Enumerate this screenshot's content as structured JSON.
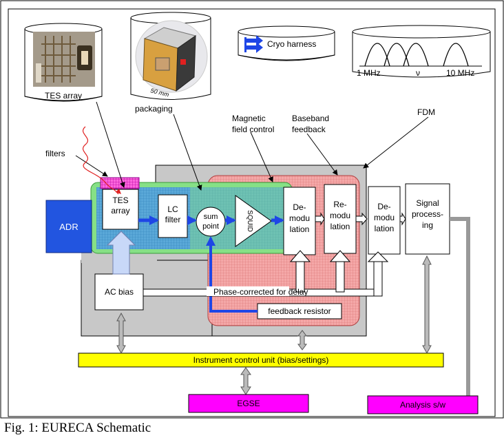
{
  "figure": {
    "caption": "Fig. 1: EURECA Schematic"
  },
  "top": {
    "tes_array_label": "TES array",
    "packaging_label": "packaging",
    "packaging_dim": "50 mm",
    "cryo_harness_label": "Cryo harness",
    "spectrum_low": "1 MHz",
    "spectrum_nu": "ν",
    "spectrum_high": "10 MHz"
  },
  "callouts": {
    "magnetic_line1": "Magnetic",
    "magnetic_line2": "field control",
    "baseband_line1": "Baseband",
    "baseband_line2": "feedback",
    "fdm": "FDM",
    "filters": "filters"
  },
  "blocks": {
    "adr": "ADR",
    "tes_line1": "TES",
    "tes_line2": "array",
    "lc_line1": "LC",
    "lc_line2": "filter",
    "sum_line1": "sum",
    "sum_line2": "point",
    "squid": "SQUID",
    "demod1_line1": "De-",
    "demod1_line2": "modu",
    "demod1_line3": "lation",
    "remod_line1": "Re-",
    "remod_line2": "modu",
    "remod_line3": "lation",
    "demod2_line1": "De-",
    "demod2_line2": "modu",
    "demod2_line3": "lation",
    "sig_line1": "Signal",
    "sig_line2": "process-",
    "sig_line3": "ing",
    "ac_bias": "AC bias",
    "phase_corrected": "Phase-corrected for delay",
    "feedback_resistor": "feedback resistor"
  },
  "bottom": {
    "icu": "Instrument control unit  (bias/settings)",
    "egse": "EGSE",
    "analysis": "Analysis s/w"
  },
  "colors": {
    "adr_blue": "#2255e0",
    "signal_blue": "#1e46e6",
    "icu_yellow": "#ffff00",
    "magenta": "#ff00ff",
    "grey_region": "#c8c8c8",
    "green_region": "#80e080",
    "red_region": "#f0a0a0"
  }
}
